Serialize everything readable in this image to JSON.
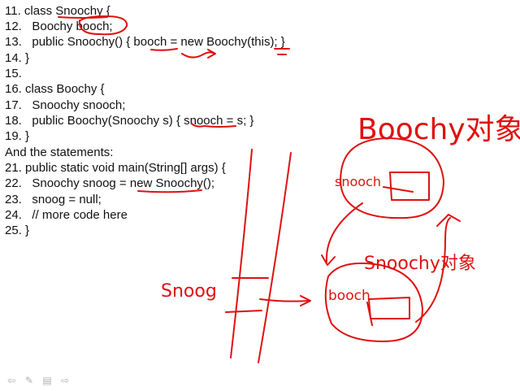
{
  "code_lines": [
    "11. class Snoochy {",
    "12.   Boochy booch;",
    "13.   public Snoochy() { booch = new Boochy(this); }",
    "14. }",
    "15.",
    "16. class Boochy {",
    "17.   Snoochy snooch;",
    "18.   public Boochy(Snoochy s) { snooch = s; }",
    "19. }",
    "And the statements:",
    "21. public static void main(String[] args) {",
    "22.   Snoochy snoog = new Snoochy();",
    "23.   snoog = null;",
    "24.   // more code here",
    "25. }"
  ],
  "annotations": {
    "boochy_obj_label": "Boochy对象",
    "snoochy_obj_label": "Snoochy对象",
    "snooch_field": "snooch",
    "booch_field": "booch",
    "snoog_label": "Snoog"
  },
  "ink_color": "#e01010",
  "toolbar": {
    "prev_icon": "⇦",
    "pen_icon": "✎",
    "menu_icon": "▤",
    "next_icon": "⇨"
  }
}
